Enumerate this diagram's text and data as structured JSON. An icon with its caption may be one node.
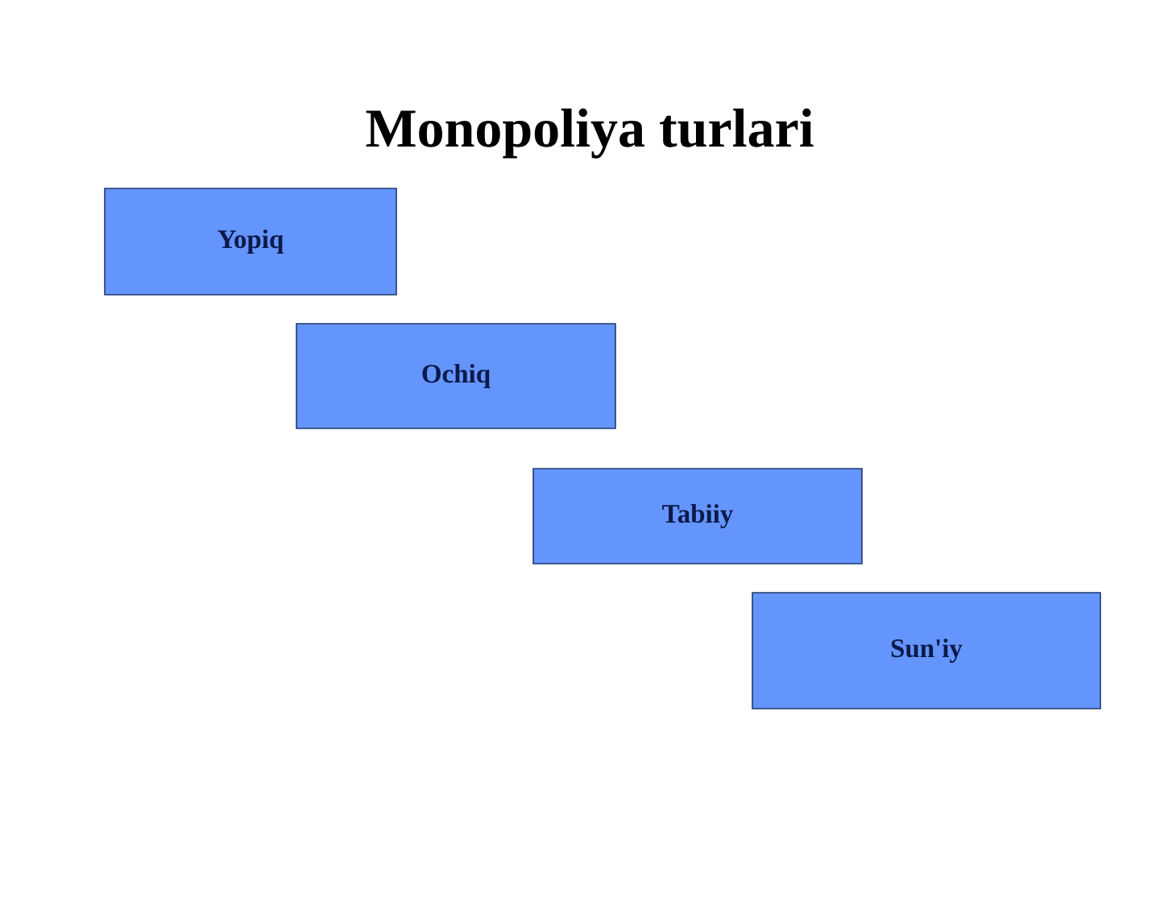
{
  "diagram": {
    "title": "Monopoliya turlari",
    "nodes": [
      {
        "text": [
          "Yopiq"
        ]
      },
      {
        "text": [
          "Ochiq"
        ]
      },
      {
        "text": [
          "Tabiiy"
        ]
      },
      {
        "text": [
          "Sun'iy"
        ]
      }
    ]
  }
}
